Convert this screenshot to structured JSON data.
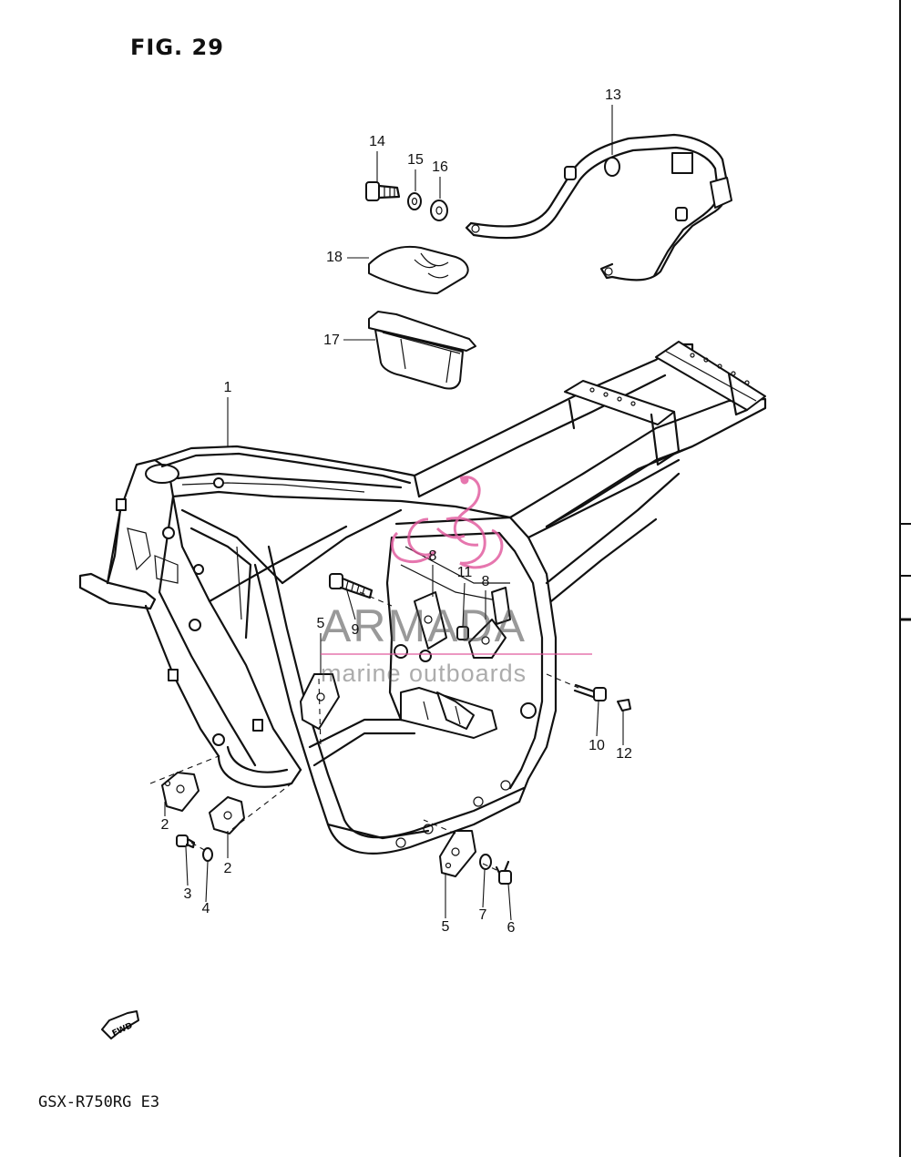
{
  "figure": {
    "title": "FIG. 29",
    "model": "GSX-R750RG E3",
    "fwd_label": "FWD"
  },
  "watermark": {
    "brand": "ARMADA",
    "tagline": "marine outboards",
    "color": "#e0559b"
  },
  "callouts": [
    {
      "id": "c1",
      "label": "1"
    },
    {
      "id": "c2a",
      "label": "2"
    },
    {
      "id": "c2b",
      "label": "2"
    },
    {
      "id": "c3",
      "label": "3"
    },
    {
      "id": "c4",
      "label": "4"
    },
    {
      "id": "c5a",
      "label": "5"
    },
    {
      "id": "c5b",
      "label": "5"
    },
    {
      "id": "c6",
      "label": "6"
    },
    {
      "id": "c7",
      "label": "7"
    },
    {
      "id": "c8a",
      "label": "8"
    },
    {
      "id": "c8b",
      "label": "8"
    },
    {
      "id": "c9",
      "label": "9"
    },
    {
      "id": "c10",
      "label": "10"
    },
    {
      "id": "c11",
      "label": "11"
    },
    {
      "id": "c12",
      "label": "12"
    },
    {
      "id": "c13",
      "label": "13"
    },
    {
      "id": "c14",
      "label": "14"
    },
    {
      "id": "c15",
      "label": "15"
    },
    {
      "id": "c16",
      "label": "16"
    },
    {
      "id": "c17",
      "label": "17"
    },
    {
      "id": "c18",
      "label": "18"
    }
  ]
}
